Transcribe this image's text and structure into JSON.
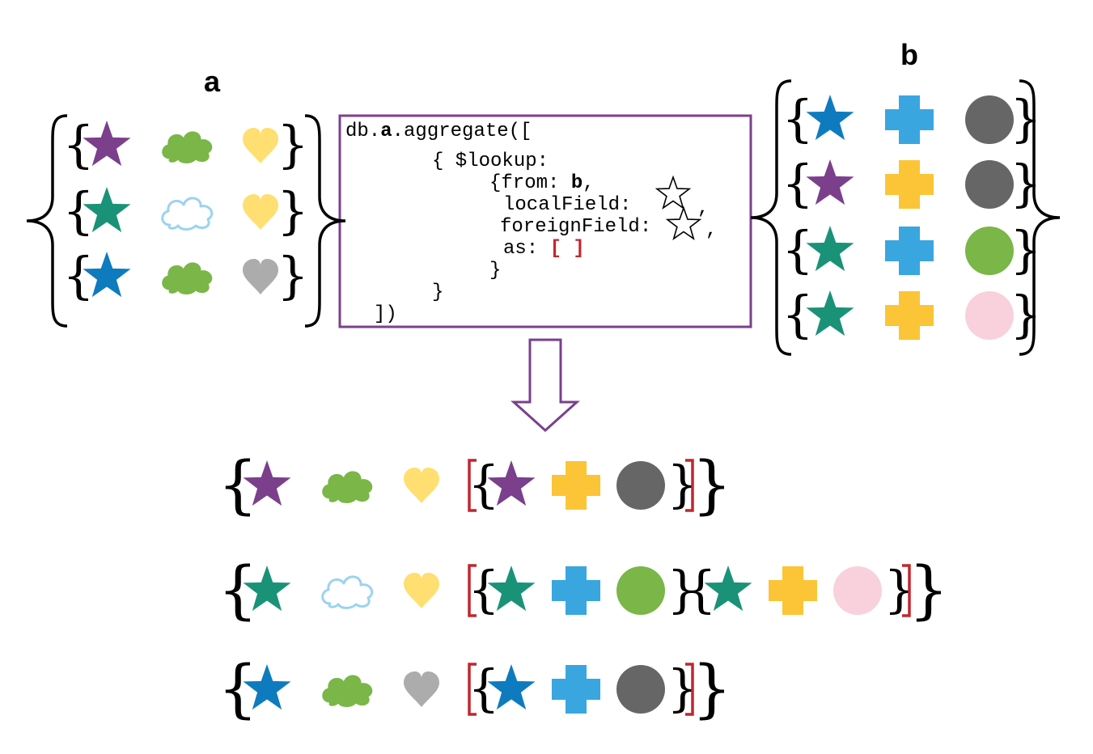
{
  "collection_a": {
    "label": "a",
    "documents": [
      [
        "star-purple",
        "cloud-filled",
        "heart-yellow"
      ],
      [
        "star-teal",
        "cloud-outline",
        "heart-yellow"
      ],
      [
        "star-blue",
        "cloud-filled",
        "heart-gray"
      ]
    ]
  },
  "collection_b": {
    "label": "b",
    "documents": [
      [
        "star-blue",
        "cross-blue",
        "circle-gray"
      ],
      [
        "star-purple",
        "cross-yellow",
        "circle-gray"
      ],
      [
        "star-teal",
        "cross-blue",
        "circle-green"
      ],
      [
        "star-teal",
        "cross-yellow",
        "circle-pink"
      ]
    ]
  },
  "code": {
    "line1_pre": "db.",
    "line1_bold": "a",
    "line1_post": ".aggregate([",
    "line2": "{ $lookup:",
    "line3_pre": "{from: ",
    "line3_bold": "b",
    "line3_post": ",",
    "line4_pre": "localField:",
    "line4_post": ",",
    "line5_pre": "foreignField:",
    "line5_post": ",",
    "line6_pre": "as: ",
    "line6_red": "[ ]",
    "line7": "}",
    "line8": "}",
    "line9": "])"
  },
  "result": [
    {
      "doc": [
        "star-purple",
        "cloud-filled",
        "heart-yellow"
      ],
      "matches": [
        [
          "star-purple",
          "cross-yellow",
          "circle-gray"
        ]
      ]
    },
    {
      "doc": [
        "star-teal",
        "cloud-outline",
        "heart-yellow"
      ],
      "matches": [
        [
          "star-teal",
          "cross-blue",
          "circle-green"
        ],
        [
          "star-teal",
          "cross-yellow",
          "circle-pink"
        ]
      ]
    },
    {
      "doc": [
        "star-blue",
        "cloud-filled",
        "heart-gray"
      ],
      "matches": [
        [
          "star-blue",
          "cross-blue",
          "circle-gray"
        ]
      ]
    }
  ],
  "colors": {
    "purple": "#7b3f8c",
    "teal": "#1a9278",
    "blue": "#0e7bbf",
    "green": "#7ab648",
    "yellow_heart": "#ffdf71",
    "gray_heart": "#acacac",
    "cloud_outline": "#9bd3f0",
    "cross_blue": "#3aa6e0",
    "cross_yellow": "#fbc537",
    "circle_gray": "#666666",
    "circle_pink": "#f8d1dc",
    "box_border": "#7b3f8c",
    "array_bracket": "#c0272d"
  }
}
